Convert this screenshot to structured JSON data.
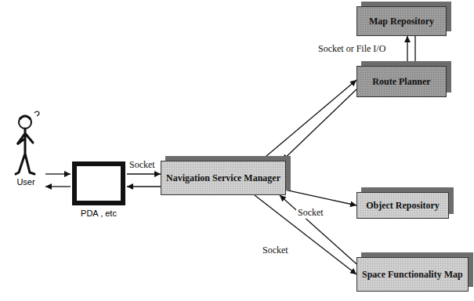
{
  "diagram": {
    "nodes": [
      {
        "text": [
          "Map Repository"
        ]
      },
      {
        "text": [
          "Route Planner"
        ]
      },
      {
        "text": [
          "User"
        ]
      },
      {
        "text": [
          "PDA , etc"
        ]
      },
      {
        "text": [
          "Navigation Service Manager"
        ]
      },
      {
        "text": [
          "Object Repository"
        ]
      },
      {
        "text": [
          "Space Functionality Map"
        ]
      }
    ],
    "edges": [
      {
        "from": 2,
        "to": 3,
        "arrow": "to"
      },
      {
        "from": 3,
        "to": 2,
        "arrow": "to"
      },
      {
        "from": 3,
        "to": 4,
        "label": "Socket",
        "arrow": "to"
      },
      {
        "from": 4,
        "to": 3,
        "arrow": "to"
      },
      {
        "from": 4,
        "to": 1,
        "arrow": "to"
      },
      {
        "from": 1,
        "to": 4,
        "arrow": "to"
      },
      {
        "from": 1,
        "to": 0,
        "label": "Socket or File I/O",
        "arrow": "to"
      },
      {
        "from": 1,
        "to": 0,
        "arrow": "none"
      },
      {
        "from": 4,
        "to": 5,
        "label": "Socket",
        "arrow": "to"
      },
      {
        "from": 6,
        "to": 4,
        "label": "Socket",
        "arrow": "to"
      },
      {
        "from": 4,
        "to": 6,
        "arrow": "to"
      }
    ]
  }
}
